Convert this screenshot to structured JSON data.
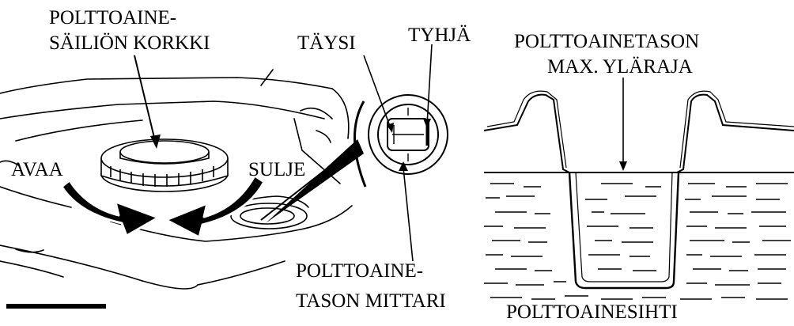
{
  "labels": {
    "cap_line1": "POLTTOAINE-",
    "cap_line2": "SÄILIÖN KORKKI",
    "open": "AVAA",
    "close": "SULJE",
    "full": "TÄYSI",
    "empty": "TYHJÄ",
    "gauge_line1": "POLTTOAINE-",
    "gauge_line2": "TASON MITTARI",
    "maxlevel_line1": "POLTTOAINETASON",
    "maxlevel_line2": "MAX. YLÄRAJA",
    "strainer": "POLTTOAINESIHTI"
  },
  "colors": {
    "ink": "#000000",
    "paper": "#ffffff",
    "arrow_outline": "#ffffff"
  }
}
